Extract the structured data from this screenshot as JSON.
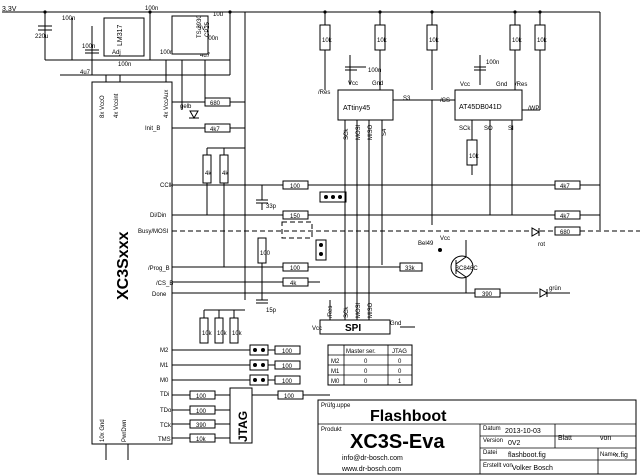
{
  "supply": {
    "label": "3,3V"
  },
  "fpga": {
    "name": "XC3Sxxx",
    "top_pins": [
      "8x VccO",
      "4x Vccint",
      "4x VccAux"
    ],
    "pins": [
      "Init_B",
      "CClk",
      "Di/Din",
      "Busy/MOSI",
      "/Prog_B",
      "/CS_B",
      "Done",
      "M2",
      "M1",
      "M0",
      "TDi",
      "TDo",
      "TCk",
      "TMS"
    ],
    "bottom_pins": [
      "10x Gnd",
      "PwrDwn"
    ]
  },
  "regulators": [
    {
      "name": "LM317",
      "pins": [
        "Adj"
      ]
    },
    {
      "name": "TS 3930",
      "sub": "CP25",
      "pins": [
        "5V"
      ]
    }
  ],
  "caps": [
    "220u",
    "100n",
    "100n",
    "100n",
    "10u",
    "4u7",
    "100n",
    "100n",
    "100n",
    "100n",
    "4u7",
    "33p",
    "15p",
    "100n",
    "100n"
  ],
  "resistors": [
    "680",
    "4k7",
    "4k",
    "4k",
    "100",
    "150",
    "100",
    "4k",
    "100",
    "10k",
    "10k",
    "10k",
    "100",
    "100",
    "100",
    "100",
    "100",
    "390",
    "4k7",
    "4k7",
    "680",
    "33k",
    "390",
    "10k",
    "10k",
    "10k",
    "10k",
    "10k",
    "10k",
    "10k"
  ],
  "attiny": {
    "name": "ATtiny45",
    "pins": [
      "/Res",
      "Vcc",
      "Gnd",
      "S3",
      "SCk",
      "MOSI",
      "MISO",
      "S4"
    ]
  },
  "flash": {
    "name": "AT45DB041D",
    "pins": [
      "/CS",
      "Vcc",
      "Gnd",
      "/Res",
      "/WP",
      "SCk",
      "SO",
      "SI"
    ]
  },
  "leds": [
    "gelb",
    "rot",
    "grün"
  ],
  "misc": [
    "Bel49",
    "BC846C",
    "Vcc"
  ],
  "spi": {
    "name": "SPI",
    "pins": [
      "Vcc",
      "/Res",
      "SCk",
      "MOSI",
      "MISO",
      "Gnd"
    ]
  },
  "jtag": {
    "name": "JTAG"
  },
  "mode_table": {
    "headers": [
      "",
      "Master ser.",
      "JTAG"
    ],
    "rows": [
      [
        "M2",
        "0",
        "0"
      ],
      [
        "M1",
        "0",
        "0"
      ],
      [
        "M0",
        "0",
        "1"
      ]
    ]
  },
  "title_block": {
    "project_label": "Flashboot",
    "title": "XC3S-Eva",
    "contact": "info@dr-bosch.com",
    "web": "www.dr-bosch.com",
    "date": "2013-10-03",
    "version": "0V2",
    "file": "flashboot.fig",
    "author": "Volker Bosch",
    "sheet": "Blatt",
    "of": "von",
    "ext": "x.fig",
    "labels": {
      "pruef": "Prüfg.uppe",
      "produkt": "Produkt",
      "datum": "Datum",
      "version_l": "Version",
      "datei": "Datei",
      "ersteller": "Erstellt von",
      "name": "Name"
    }
  }
}
